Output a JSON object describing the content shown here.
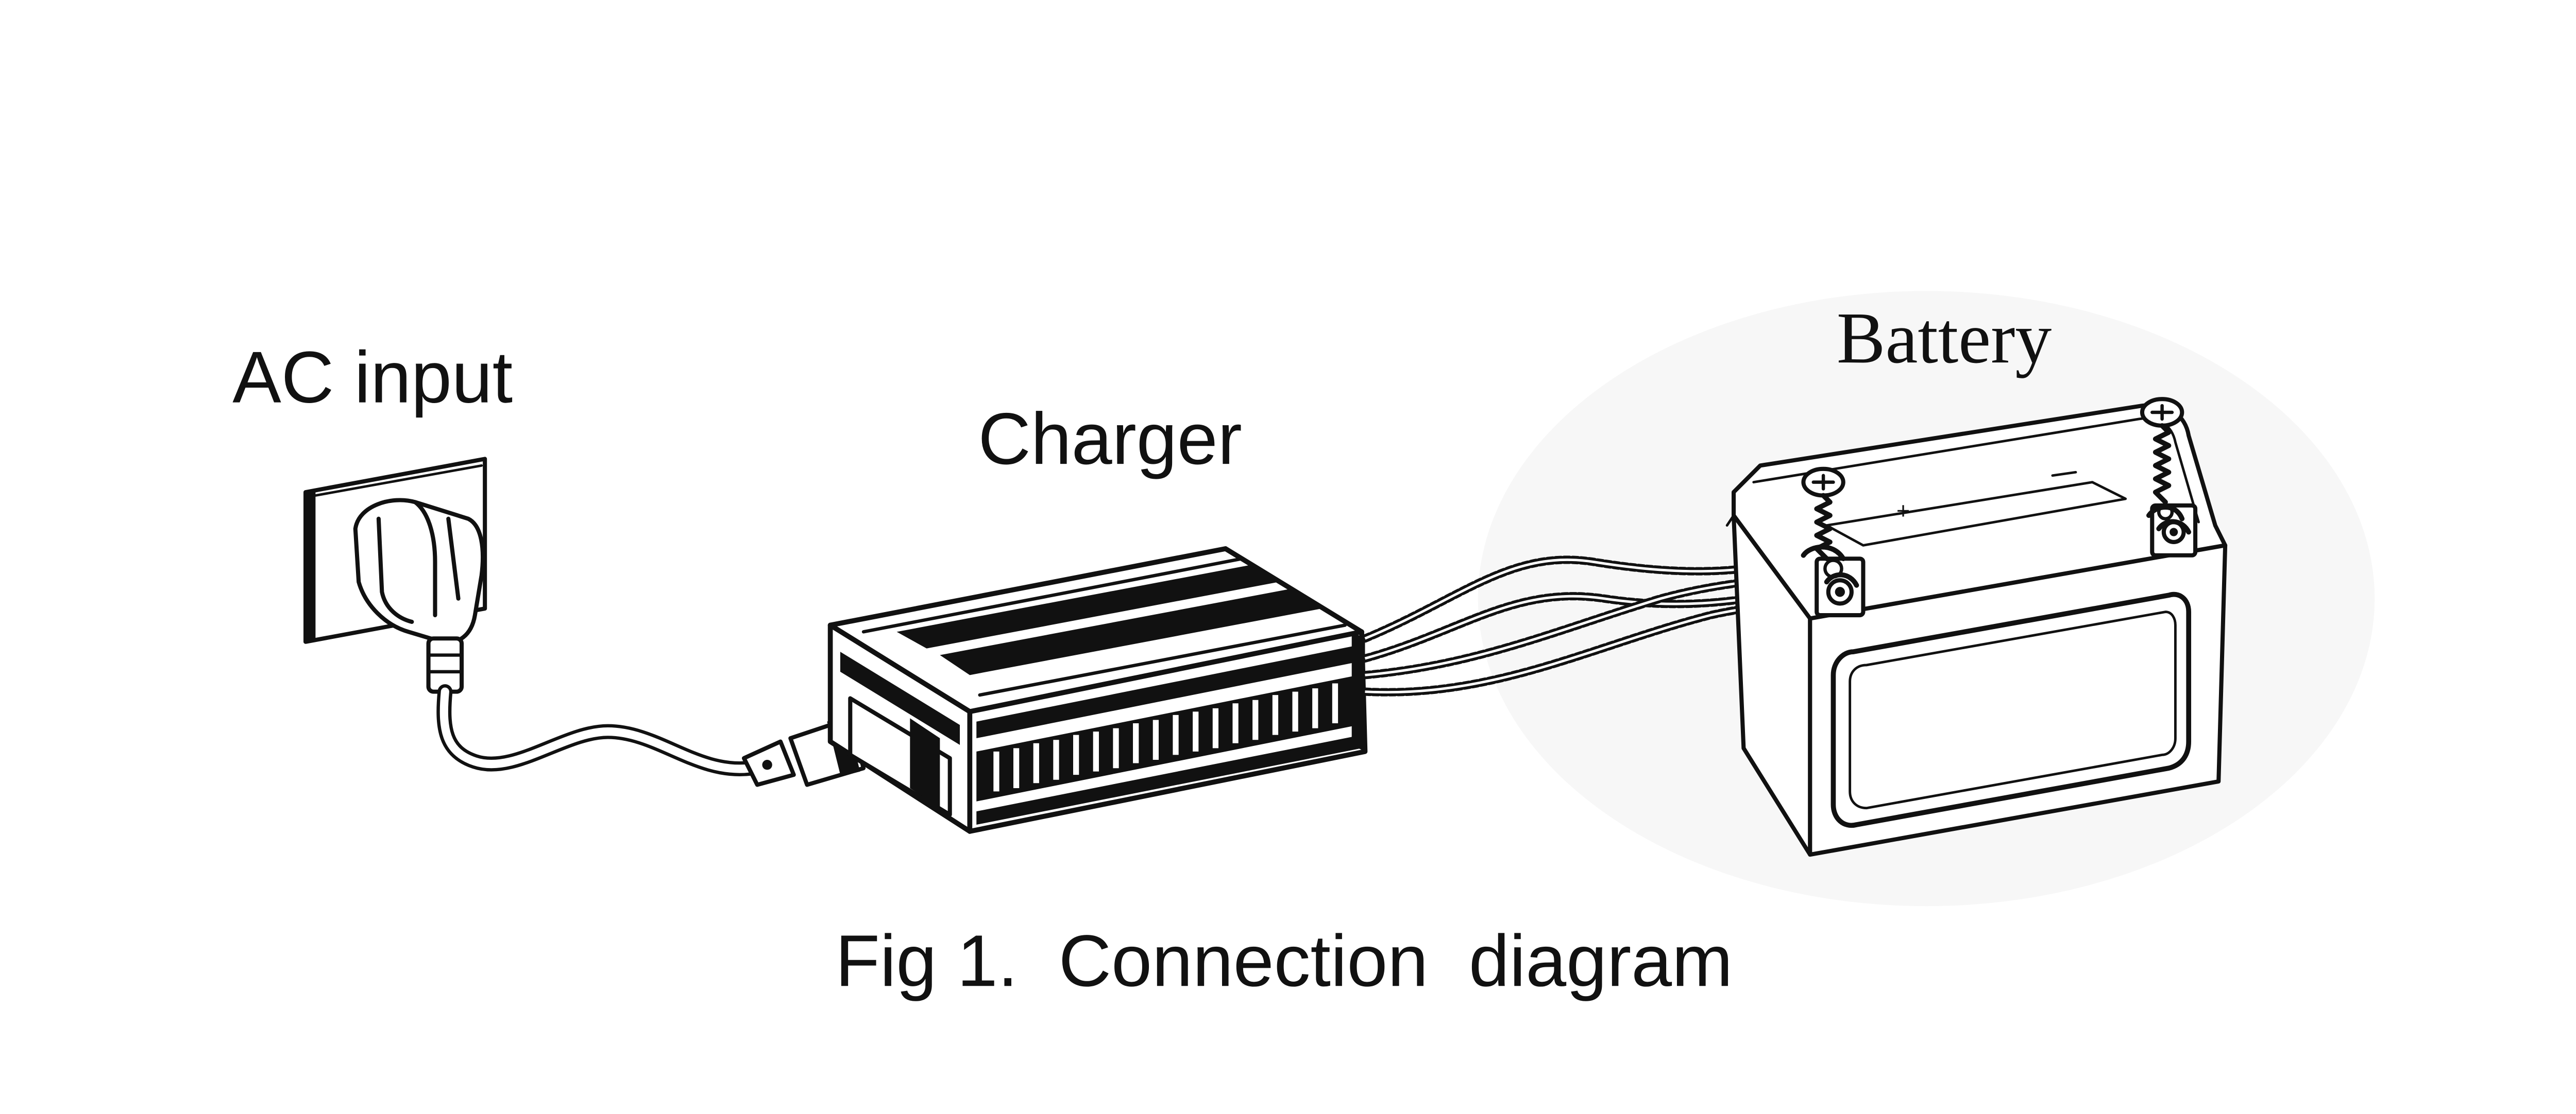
{
  "labels": {
    "ac_input": "AC input",
    "charger": "Charger",
    "battery": "Battery",
    "caption": "Fig 1.  Connection  diagram"
  },
  "colors": {
    "ink": "#111111",
    "background": "#ffffff"
  }
}
